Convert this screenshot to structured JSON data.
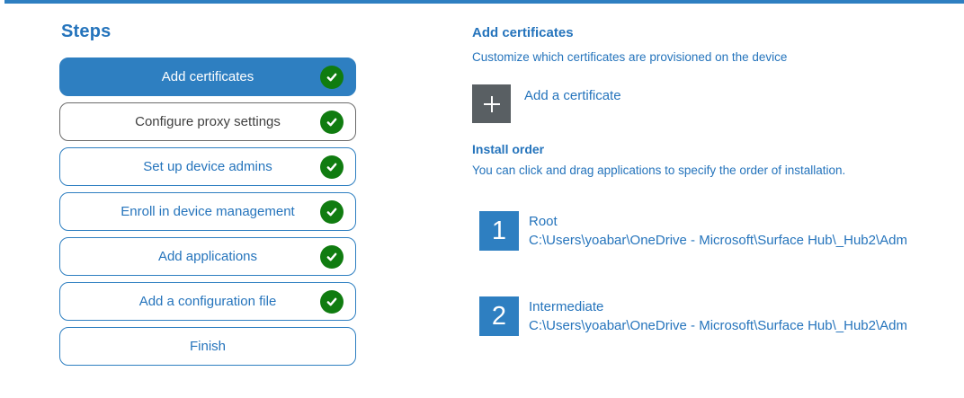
{
  "colors": {
    "accent_blue": "#2e7fc1",
    "text_blue": "#2574bc",
    "green": "#107c10",
    "gray_box": "#595f63"
  },
  "icons": {
    "step_complete": "check-icon",
    "add": "plus-icon"
  },
  "steps_panel": {
    "title": "Steps",
    "steps": [
      {
        "label": "Add certificates",
        "state": "active",
        "checked": true
      },
      {
        "label": "Configure proxy settings",
        "state": "hover",
        "checked": true
      },
      {
        "label": "Set up device admins",
        "state": "normal",
        "checked": true
      },
      {
        "label": "Enroll in device management",
        "state": "normal",
        "checked": true
      },
      {
        "label": "Add applications",
        "state": "normal",
        "checked": true
      },
      {
        "label": "Add a configuration file",
        "state": "normal",
        "checked": true
      },
      {
        "label": "Finish",
        "state": "normal",
        "checked": false
      }
    ]
  },
  "content": {
    "heading": "Add certificates",
    "subheading": "Customize which certificates are provisioned on the device",
    "add_button": {
      "label": "Add a certificate"
    },
    "install_order": {
      "heading": "Install order",
      "description": "You can click and drag applications to specify the order of installation.",
      "items": [
        {
          "order": "1",
          "name": "Root",
          "path": "C:\\Users\\yoabar\\OneDrive - Microsoft\\Surface Hub\\_Hub2\\Adm"
        },
        {
          "order": "2",
          "name": "Intermediate",
          "path": "C:\\Users\\yoabar\\OneDrive - Microsoft\\Surface Hub\\_Hub2\\Adm"
        }
      ]
    }
  }
}
